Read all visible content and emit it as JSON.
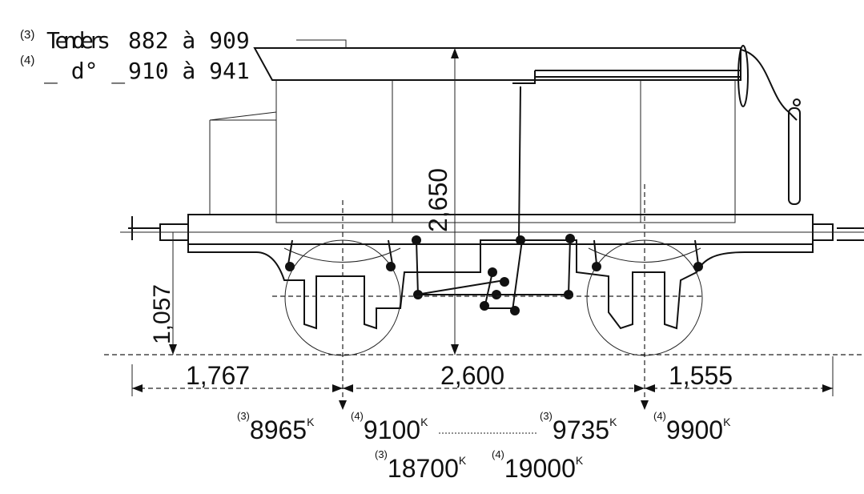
{
  "legend": {
    "row1": {
      "marker": "(3)",
      "label": "Tenders",
      "range": "882 à 909"
    },
    "row2": {
      "marker": "(4)",
      "label": "_ d° _",
      "range": "910 à 941"
    }
  },
  "dimensions": {
    "height_total": "2,650",
    "buffer_height": "1,057",
    "front_overhang": "1,767",
    "wheelbase": "2,600",
    "rear_overhang": "1,555"
  },
  "weights": {
    "front_axle": {
      "m3": "(3)",
      "v3": "8965",
      "m4": "(4)",
      "v4": "9100",
      "unit": "K"
    },
    "rear_axle": {
      "m3": "(3)",
      "v3": "9735",
      "m4": "(4)",
      "v4": "9900",
      "unit": "K"
    },
    "total": {
      "m3": "(3)",
      "v3": "18700",
      "m4": "(4)",
      "v4": "19000",
      "unit": "K"
    }
  }
}
